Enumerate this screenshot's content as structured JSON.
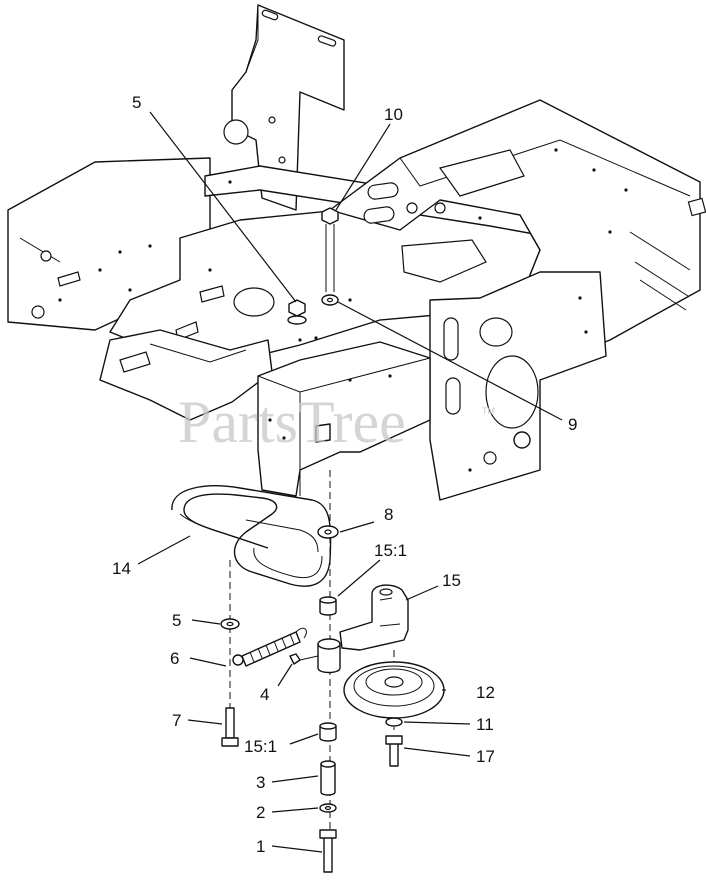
{
  "watermark": {
    "text": "PartsTree",
    "mark": "TM"
  },
  "callouts": [
    {
      "id": "1",
      "label": "1"
    },
    {
      "id": "2",
      "label": "2"
    },
    {
      "id": "3",
      "label": "3"
    },
    {
      "id": "4",
      "label": "4"
    },
    {
      "id": "5a",
      "label": "5"
    },
    {
      "id": "5b",
      "label": "5"
    },
    {
      "id": "6",
      "label": "6"
    },
    {
      "id": "7",
      "label": "7"
    },
    {
      "id": "8",
      "label": "8"
    },
    {
      "id": "9",
      "label": "9"
    },
    {
      "id": "10",
      "label": "10"
    },
    {
      "id": "11",
      "label": "11"
    },
    {
      "id": "12",
      "label": "12"
    },
    {
      "id": "14",
      "label": "14"
    },
    {
      "id": "15",
      "label": "15"
    },
    {
      "id": "15-1a",
      "label": "15:1"
    },
    {
      "id": "15-1b",
      "label": "15:1"
    },
    {
      "id": "17",
      "label": "17"
    }
  ]
}
